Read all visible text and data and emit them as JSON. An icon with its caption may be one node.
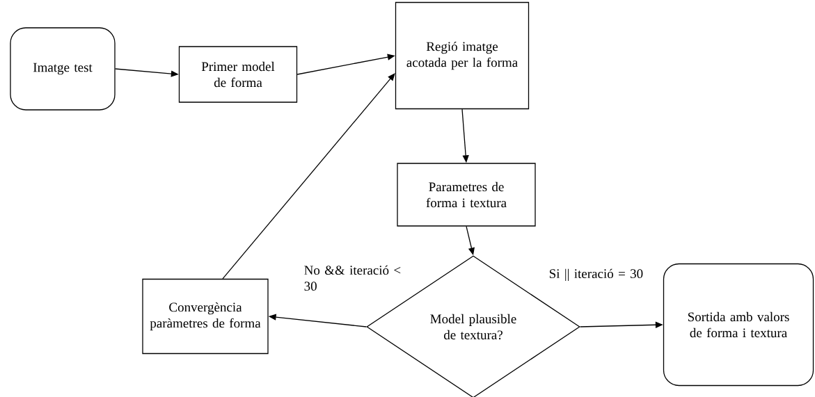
{
  "diagram": {
    "nodes": [
      {
        "text": [
          "Imatge test"
        ]
      },
      {
        "text": [
          "Primer model de forma"
        ]
      },
      {
        "text": [
          "Regió imatge acotada per la forma"
        ]
      },
      {
        "text": [
          "Parametres de forma i textura"
        ]
      },
      {
        "text": [
          "Model plausible de textura?"
        ]
      },
      {
        "text": [
          "Convergència paràmetres de forma"
        ]
      },
      {
        "text": [
          "Sortida amb valors de forma i textura"
        ]
      }
    ],
    "edges": [
      {
        "from": 0,
        "to": 1,
        "arrow": "to"
      },
      {
        "from": 1,
        "to": 2,
        "arrow": "to"
      },
      {
        "from": 2,
        "to": 3,
        "arrow": "to"
      },
      {
        "from": 3,
        "to": 4,
        "arrow": "to"
      },
      {
        "from": 4,
        "to": 5,
        "arrow": "to",
        "label": "No && iteració < 30"
      },
      {
        "from": 4,
        "to": 6,
        "arrow": "to",
        "label": "Si || iteració = 30"
      },
      {
        "from": 5,
        "to": 2,
        "arrow": "to"
      }
    ]
  }
}
